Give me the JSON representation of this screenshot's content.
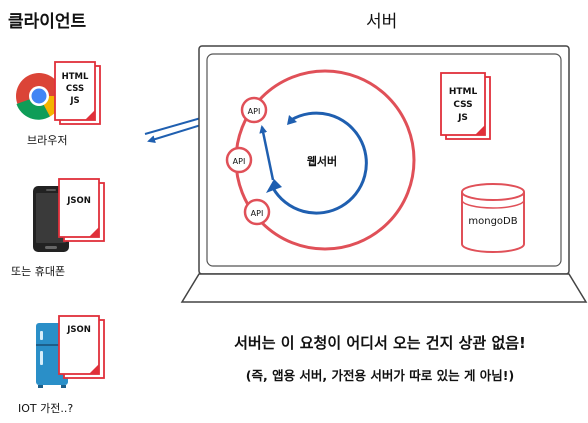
{
  "client": {
    "heading": "클라이언트",
    "browser": {
      "label": "브라우저",
      "doc_lines": [
        "HTML",
        "CSS",
        "JS"
      ]
    },
    "phone": {
      "label": "또는 휴대폰",
      "doc_label": "JSON"
    },
    "iot": {
      "label": "IOT 가전..?",
      "doc_label": "JSON"
    }
  },
  "server": {
    "heading": "서버",
    "web_server_label": "웹서버",
    "api_labels": [
      "API",
      "API",
      "API"
    ],
    "static_doc_lines": [
      "HTML",
      "CSS",
      "JS"
    ],
    "database_label": "mongoDB"
  },
  "caption": {
    "main": "서버는 이 요청이 어디서 오는 건지 상관 없음!",
    "sub": "(즉, 앱용 서버, 가전용 서버가 따로 있는 게 아님!)"
  },
  "colors": {
    "ring_red": "#e05058",
    "arrow_blue": "#1f5fb0",
    "doc_red": "#e0303a",
    "screen_border": "#444444",
    "fridge_blue": "#2a8fc8"
  },
  "icons": [
    "chrome-icon",
    "smartphone-icon",
    "refrigerator-icon",
    "database-icon",
    "laptop-icon"
  ]
}
